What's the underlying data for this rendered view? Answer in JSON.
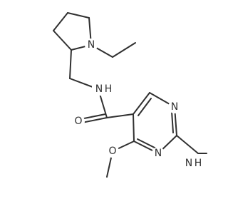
{
  "molecule": {
    "atoms": [
      {
        "id": "n_pyrrolidine",
        "symbol": "N"
      },
      {
        "id": "n_amide",
        "symbol": "N",
        "suffix": "H"
      },
      {
        "id": "o_carbonyl",
        "symbol": "O"
      },
      {
        "id": "n_ring_3",
        "symbol": "N"
      },
      {
        "id": "n_ring_1",
        "symbol": "N"
      },
      {
        "id": "o_methoxy",
        "symbol": "O"
      },
      {
        "id": "n_methylamino",
        "symbol": "N",
        "suffix": "H"
      }
    ],
    "colors": {
      "bond": "#303030",
      "label": "#303030",
      "background": "#ffffff"
    }
  }
}
